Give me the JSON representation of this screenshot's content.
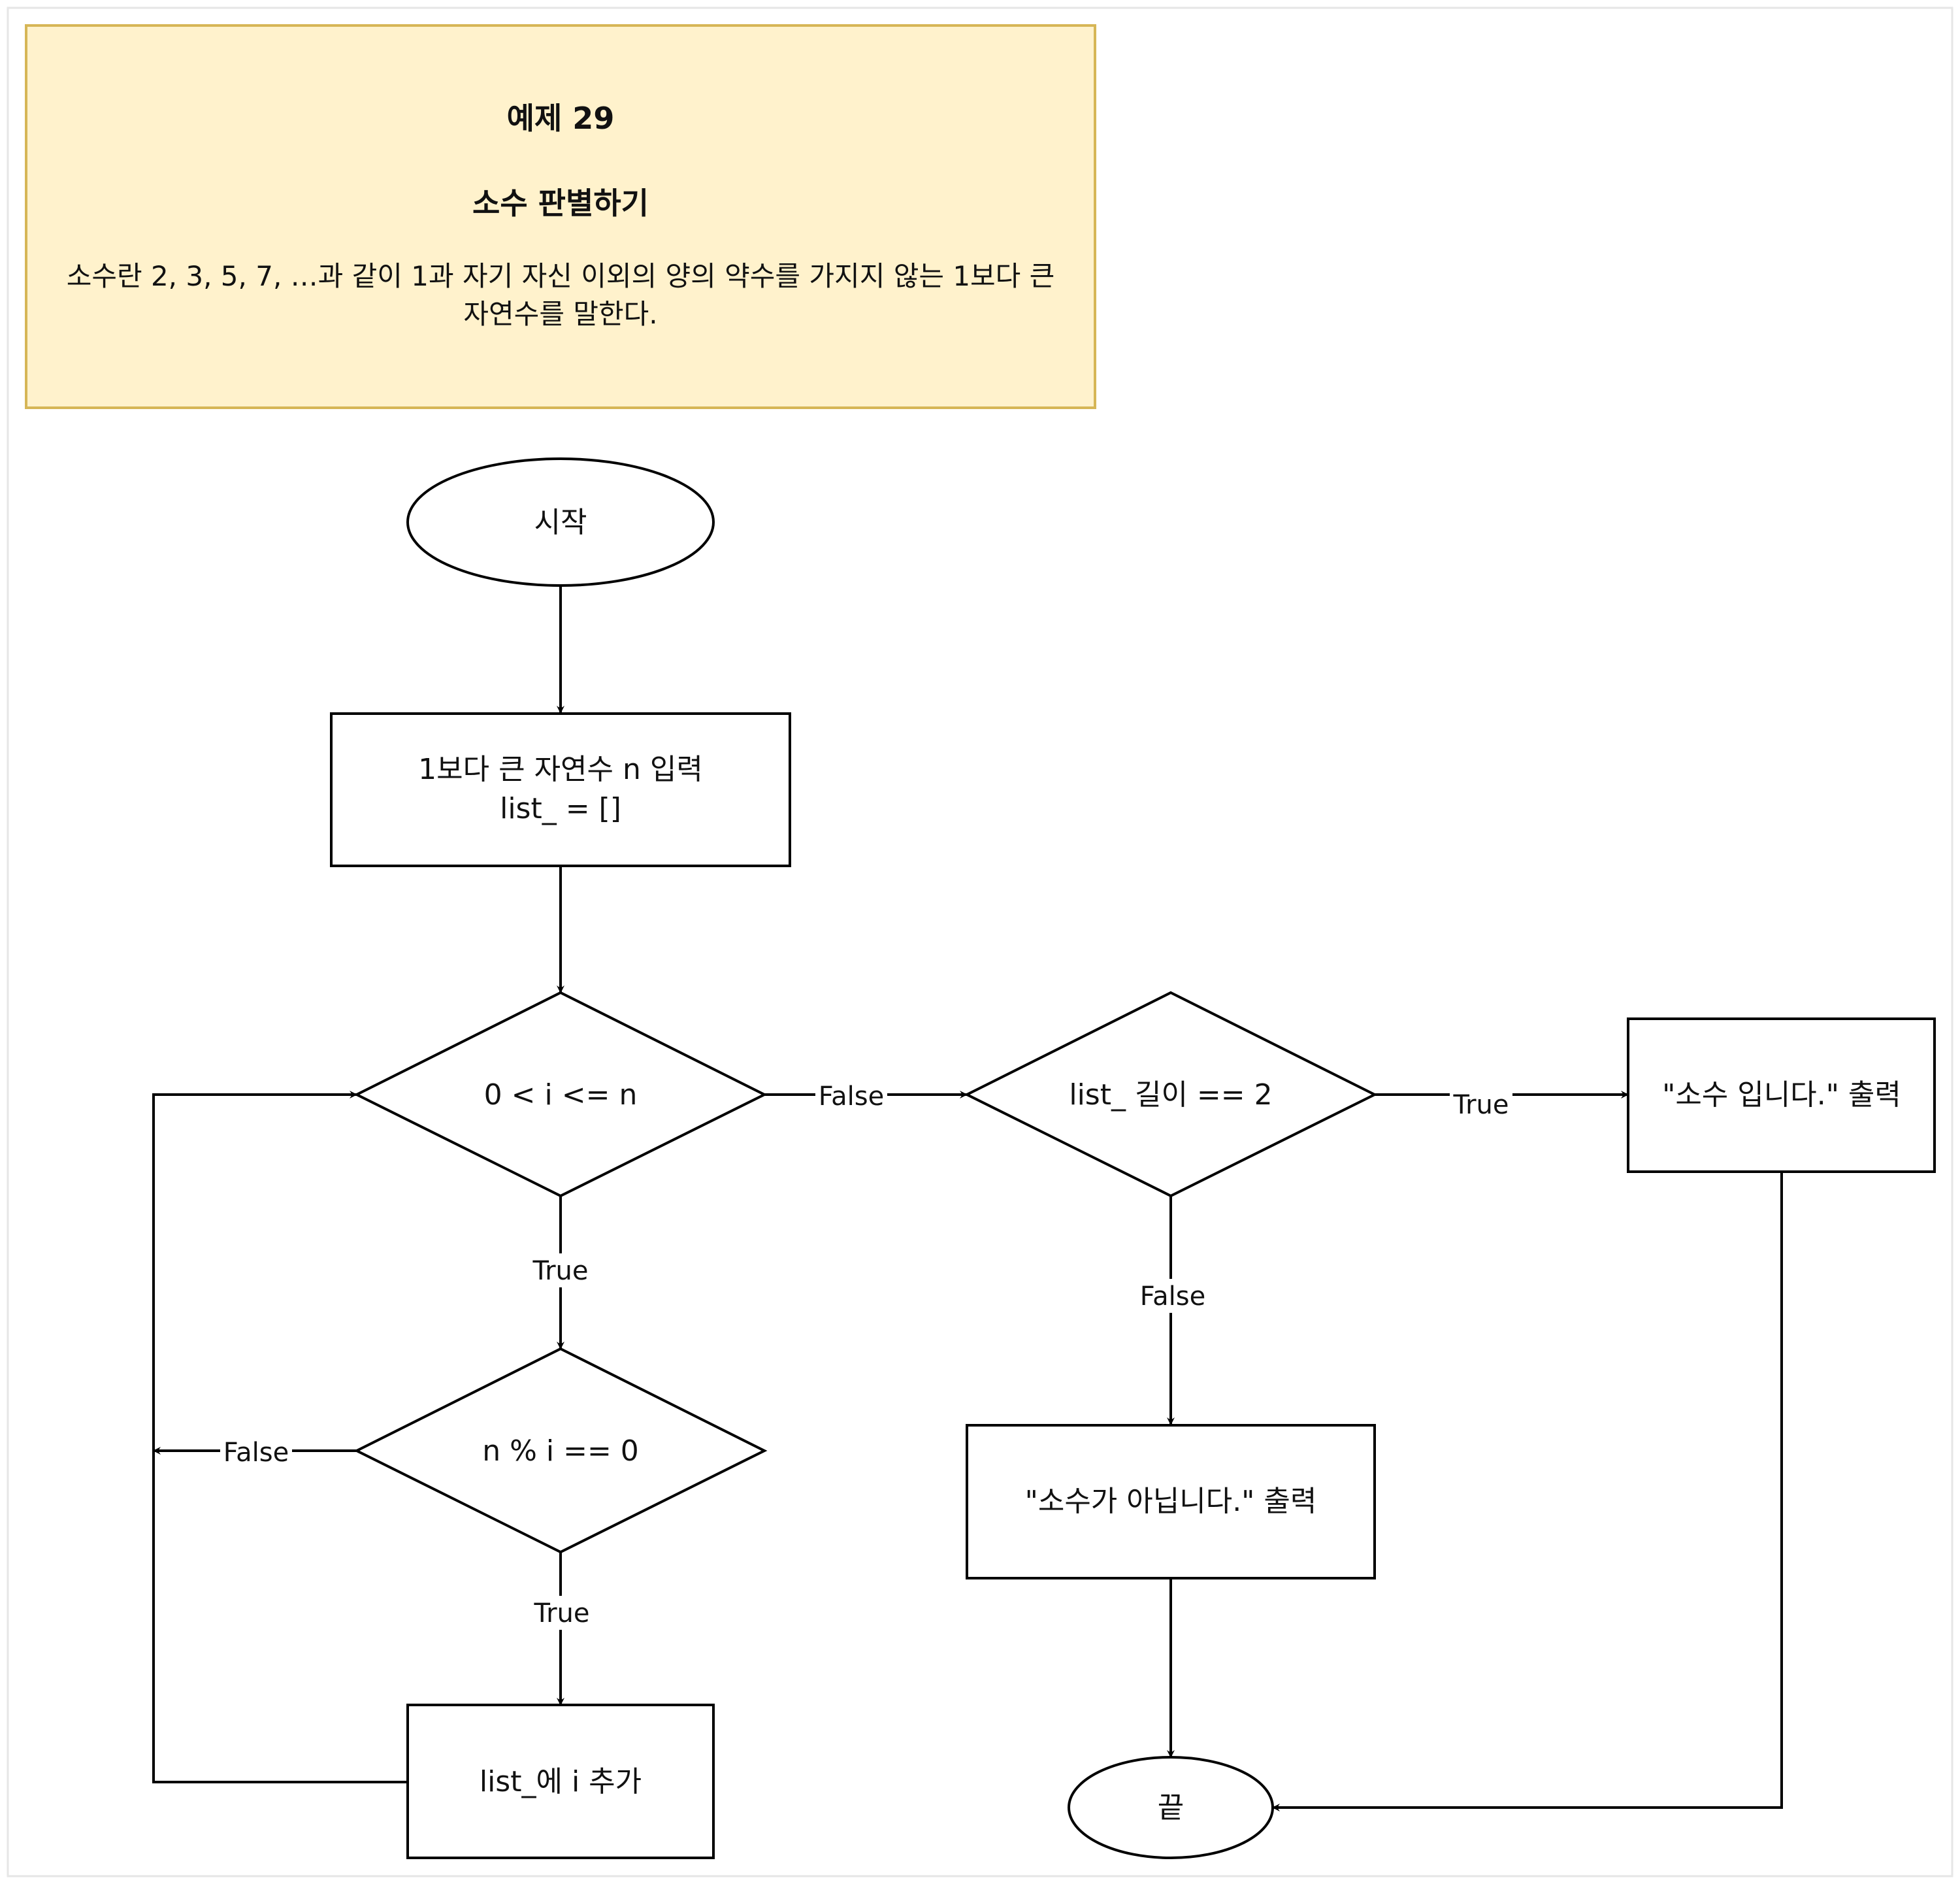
{
  "note": {
    "title": "예제 29",
    "subtitle": "소수 판별하기",
    "description_line1": "소수란 2, 3, 5, 7, …과 같이 1과 자기 자신 이외의 양의 약수를 가지지 않는 1보다 큰",
    "description_line2": "자연수를 말한다."
  },
  "nodes": {
    "start": "시작",
    "input_line1": "1보다 큰 자연수 n 입력",
    "input_line2": "list_ = []",
    "cond_range": "0 < i <= n",
    "cond_mod": "n % i == 0",
    "append": "list_에 i 추가",
    "cond_len": "list_ 길이 == 2",
    "print_prime": "\"소수 입니다.\" 출력",
    "print_not_prime": "\"소수가 아닙니다.\" 출력",
    "end": "끝"
  },
  "edges": {
    "range_false": "False",
    "range_true": "True",
    "mod_false": "False",
    "mod_true": "True",
    "len_true": "True",
    "len_false": "False"
  },
  "colors": {
    "note_fill": "#fff2cc",
    "note_stroke": "#d6b656",
    "line": "#000000"
  }
}
